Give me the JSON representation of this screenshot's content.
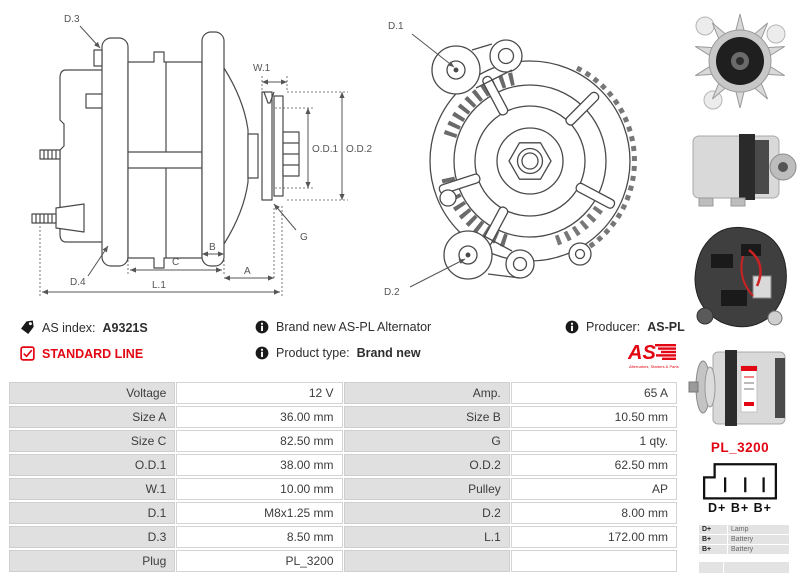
{
  "colors": {
    "accent_red": "#e30613",
    "table_label_bg": "#e0e0e0",
    "diagram_line": "#4a4a4a"
  },
  "diagrams": {
    "side_view": {
      "labels": {
        "d3": "D.3",
        "d4": "D.4",
        "w1": "W.1",
        "od1": "O.D.1",
        "od2": "O.D.2",
        "g": "G",
        "c": "C",
        "b": "B",
        "a": "A",
        "l1": "L.1"
      }
    },
    "front_view": {
      "labels": {
        "d1": "D.1",
        "d2": "D.2"
      }
    }
  },
  "info": {
    "as_index_label": "AS index:",
    "as_index_value": "A9321S",
    "standard_line": "STANDARD LINE",
    "brand_new_text": "Brand new AS-PL Alternator",
    "product_type_label": "Product type:",
    "product_type_value": "Brand new",
    "producer_label": "Producer:",
    "producer_value": "AS-PL",
    "logo_text": "AS",
    "logo_subtext": "Alternators, Starters & Parts"
  },
  "specs": {
    "rows": [
      {
        "l1": "Voltage",
        "v1": "12 V",
        "l2": "Amp.",
        "v2": "65 A"
      },
      {
        "l1": "Size A",
        "v1": "36.00 mm",
        "l2": "Size B",
        "v2": "10.50 mm"
      },
      {
        "l1": "Size C",
        "v1": "82.50 mm",
        "l2": "G",
        "v2": "1 qty."
      },
      {
        "l1": "O.D.1",
        "v1": "38.00 mm",
        "l2": "O.D.2",
        "v2": "62.50 mm"
      },
      {
        "l1": "W.1",
        "v1": "10.00 mm",
        "l2": "Pulley",
        "v2": "AP"
      },
      {
        "l1": "D.1",
        "v1": "M8x1.25 mm",
        "l2": "D.2",
        "v2": "8.00 mm"
      },
      {
        "l1": "D.3",
        "v1": "8.50 mm",
        "l2": "L.1",
        "v2": "172.00 mm"
      },
      {
        "l1": "Plug",
        "v1": "PL_3200",
        "l2": "",
        "v2": ""
      }
    ]
  },
  "plug": {
    "name": "PL_3200",
    "pin_labels": "D+ B+ B+",
    "legend": [
      {
        "pin": "D+",
        "desc": "Lamp"
      },
      {
        "pin": "B+",
        "desc": "Battery"
      },
      {
        "pin": "B+",
        "desc": "Battery"
      }
    ]
  }
}
